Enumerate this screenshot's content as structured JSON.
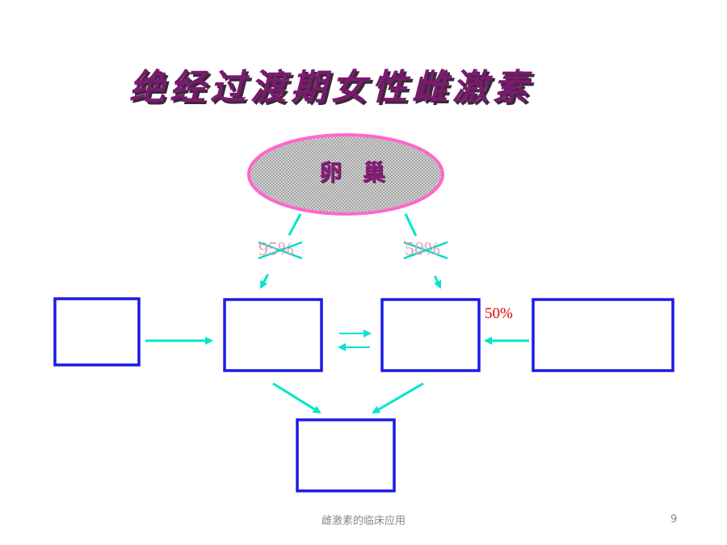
{
  "slide": {
    "title": "绝经过渡期女性雌激素",
    "ovary_label": "卵 巢",
    "left_percent": "95%",
    "right_percent": "50%",
    "side_percent": "50%",
    "footer": "雌激素的临床应用",
    "page_number": "9"
  },
  "colors": {
    "title": "#7a1a6e",
    "box_border": "#1a1ae6",
    "arrow": "#00e6c8",
    "ellipse_border": "#ff66cc",
    "ellipse_fill": "#b8b8b8",
    "strike": "#00d8c8",
    "side_percent": "#e00000"
  }
}
